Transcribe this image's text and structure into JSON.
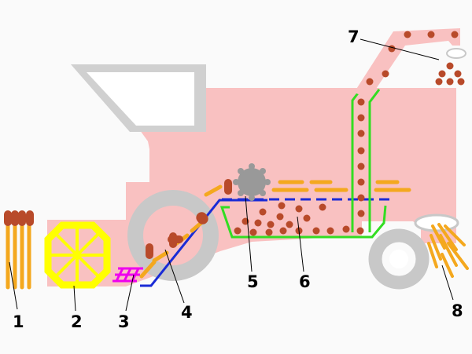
{
  "diagram": {
    "labels": [
      "1",
      "2",
      "3",
      "4",
      "5",
      "6",
      "7",
      "8"
    ]
  },
  "colors": {
    "background": "#fafafa",
    "body": "#f9c1c1",
    "cab_frame": "#d0d0d0",
    "cab_window": "#ffffff",
    "wheel": "#c8c8c8",
    "grain_stalk": "#f4a81e",
    "grain_head": "#b84a2a",
    "reel": "#ffff00",
    "cutter": "#ee00ee",
    "conveyor": "#1a2bd6",
    "sieve_frame": "#33dd22",
    "thresher": "#999999",
    "grain_kernel": "#b84a2a",
    "chaff": "#f4a81e"
  }
}
